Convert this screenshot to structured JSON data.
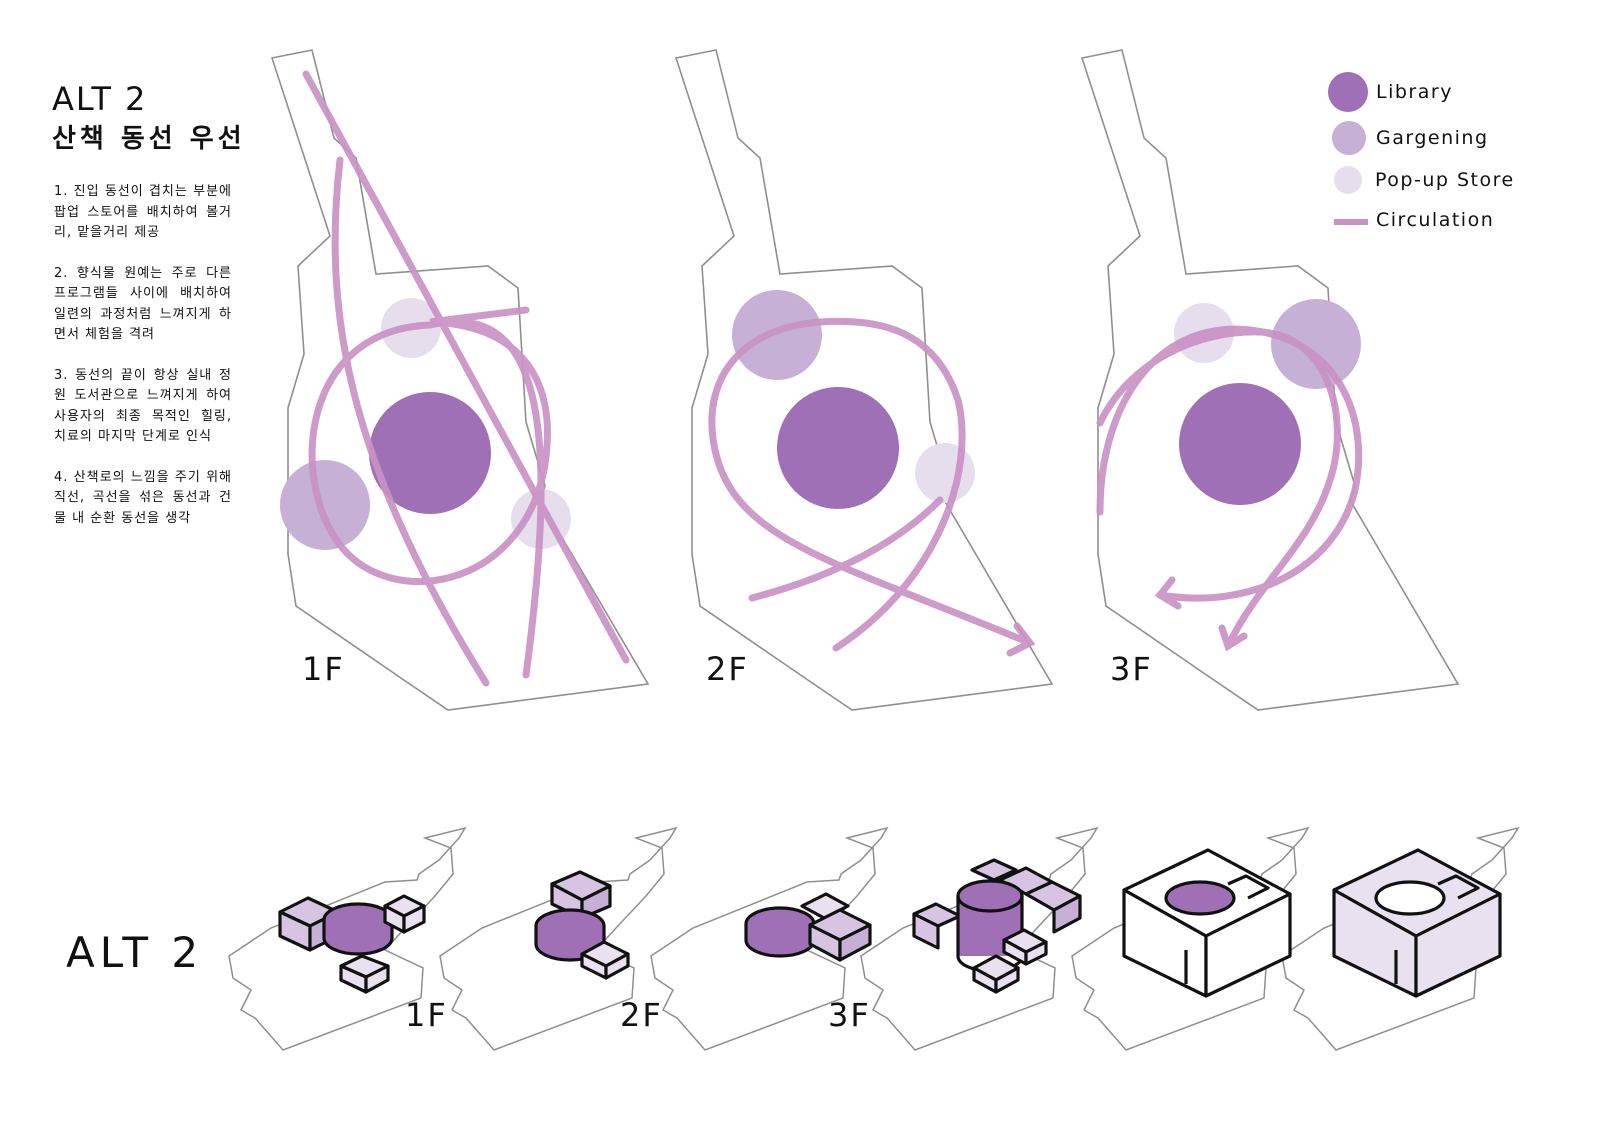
{
  "heading": {
    "title": "ALT 2",
    "subtitle": "산책 동선 우선"
  },
  "notes": [
    "1. 진입 동선이 겹치는 부분에 팝업 스토어를 배치하여 볼거리, 맡을거리 제공",
    "2. 향식물 원예는 주로 다른 프로그램들 사이에 배치하여 일련의 과정처럼 느껴지게 하면서 체험을 격려",
    "3. 동선의 끝이 항상 실내 정원 도서관으로 느껴지게 하여 사용자의 최종 목적인 힐링, 치료의 마지막 단계로 인식",
    "4. 산책로의 느낌을 주기 위해 직선, 곡선을 섞은 동선과 건물 내 순환 동선을 생각"
  ],
  "legend": [
    {
      "label": "Library",
      "color": "#a070b6"
    },
    {
      "label": "Gargening",
      "color": "#c7b0d5"
    },
    {
      "label": "Pop-up Store",
      "color": "#e6dded"
    },
    {
      "label": "Circulation",
      "color": "#c992c5"
    }
  ],
  "plans": [
    {
      "floor": "1F"
    },
    {
      "floor": "2F"
    },
    {
      "floor": "3F"
    }
  ],
  "axon": {
    "title": "ALT 2",
    "labels": [
      "1F",
      "2F",
      "3F"
    ]
  },
  "colors": {
    "library": "#a070b6",
    "gardening": "#c7b0d5",
    "popup": "#e6dded",
    "circulation": "#c992c5",
    "box_light": "#e9e0f0",
    "box_mid": "#d6c4e2"
  }
}
